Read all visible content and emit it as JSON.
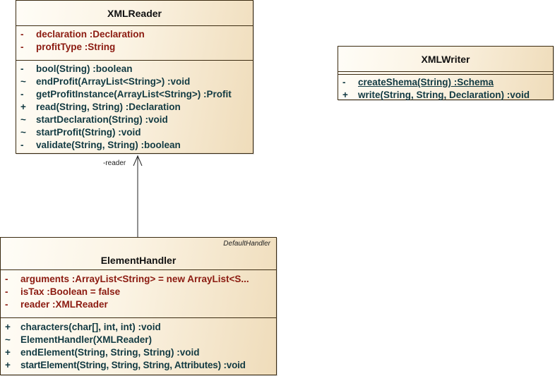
{
  "classes": {
    "xmlreader": {
      "name": "XMLReader",
      "attributes": [
        {
          "vis": "-",
          "text": "declaration  :Declaration"
        },
        {
          "vis": "-",
          "text": "profitType  :String"
        }
      ],
      "operations": [
        {
          "vis": "-",
          "text": "bool(String)  :boolean"
        },
        {
          "vis": "~",
          "text": "endProfit(ArrayList<String>)  :void"
        },
        {
          "vis": "-",
          "text": "getProfitInstance(ArrayList<String>)  :Profit"
        },
        {
          "vis": "+",
          "text": "read(String, String)  :Declaration"
        },
        {
          "vis": "~",
          "text": "startDeclaration(String)  :void"
        },
        {
          "vis": "~",
          "text": "startProfit(String)  :void"
        },
        {
          "vis": "-",
          "text": "validate(String, String)  :boolean"
        }
      ]
    },
    "xmlwriter": {
      "name": "XMLWriter",
      "operations": [
        {
          "vis": "-",
          "text": "createShema(String)  :Schema"
        },
        {
          "vis": "+",
          "text": "write(String, String, Declaration)  :void"
        }
      ]
    },
    "elementhandler": {
      "name": "ElementHandler",
      "stereotype": "DefaultHandler",
      "attributes": [
        {
          "vis": "-",
          "text": "arguments  :ArrayList<String> = new ArrayList<S..."
        },
        {
          "vis": "-",
          "text": "isTax  :Boolean = false"
        },
        {
          "vis": "-",
          "text": "reader  :XMLReader"
        }
      ],
      "operations": [
        {
          "vis": "+",
          "text": "characters(char[], int, int)  :void"
        },
        {
          "vis": "~",
          "text": "ElementHandler(XMLReader)"
        },
        {
          "vis": "+",
          "text": "endElement(String, String, String)  :void"
        },
        {
          "vis": "+",
          "text": "startElement(String, String, String, Attributes)  :void"
        }
      ]
    }
  },
  "association": {
    "label": "-reader"
  }
}
